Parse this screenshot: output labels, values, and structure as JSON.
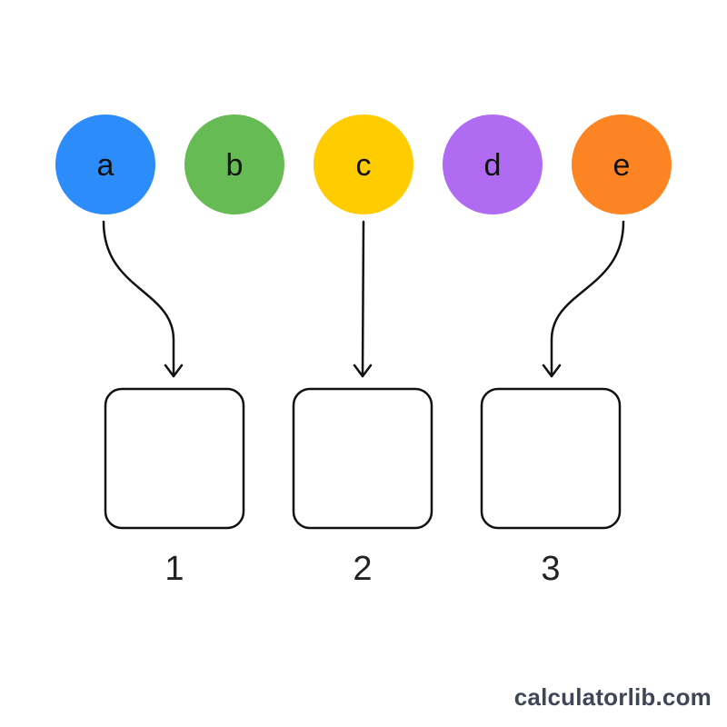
{
  "balls": [
    {
      "id": "a",
      "label": "a",
      "color": "#2B8CFA"
    },
    {
      "id": "b",
      "label": "b",
      "color": "#66BB55"
    },
    {
      "id": "c",
      "label": "c",
      "color": "#FFCC00"
    },
    {
      "id": "d",
      "label": "d",
      "color": "#AF6CF3"
    },
    {
      "id": "e",
      "label": "e",
      "color": "#FD8423"
    }
  ],
  "boxes": [
    {
      "id": "1",
      "label": "1"
    },
    {
      "id": "2",
      "label": "2"
    },
    {
      "id": "3",
      "label": "3"
    }
  ],
  "arrows": [
    {
      "from": "a",
      "to": "1"
    },
    {
      "from": "c",
      "to": "2"
    },
    {
      "from": "e",
      "to": "3"
    }
  ],
  "stroke_color": "#111111",
  "watermark": "calculatorlib.com"
}
